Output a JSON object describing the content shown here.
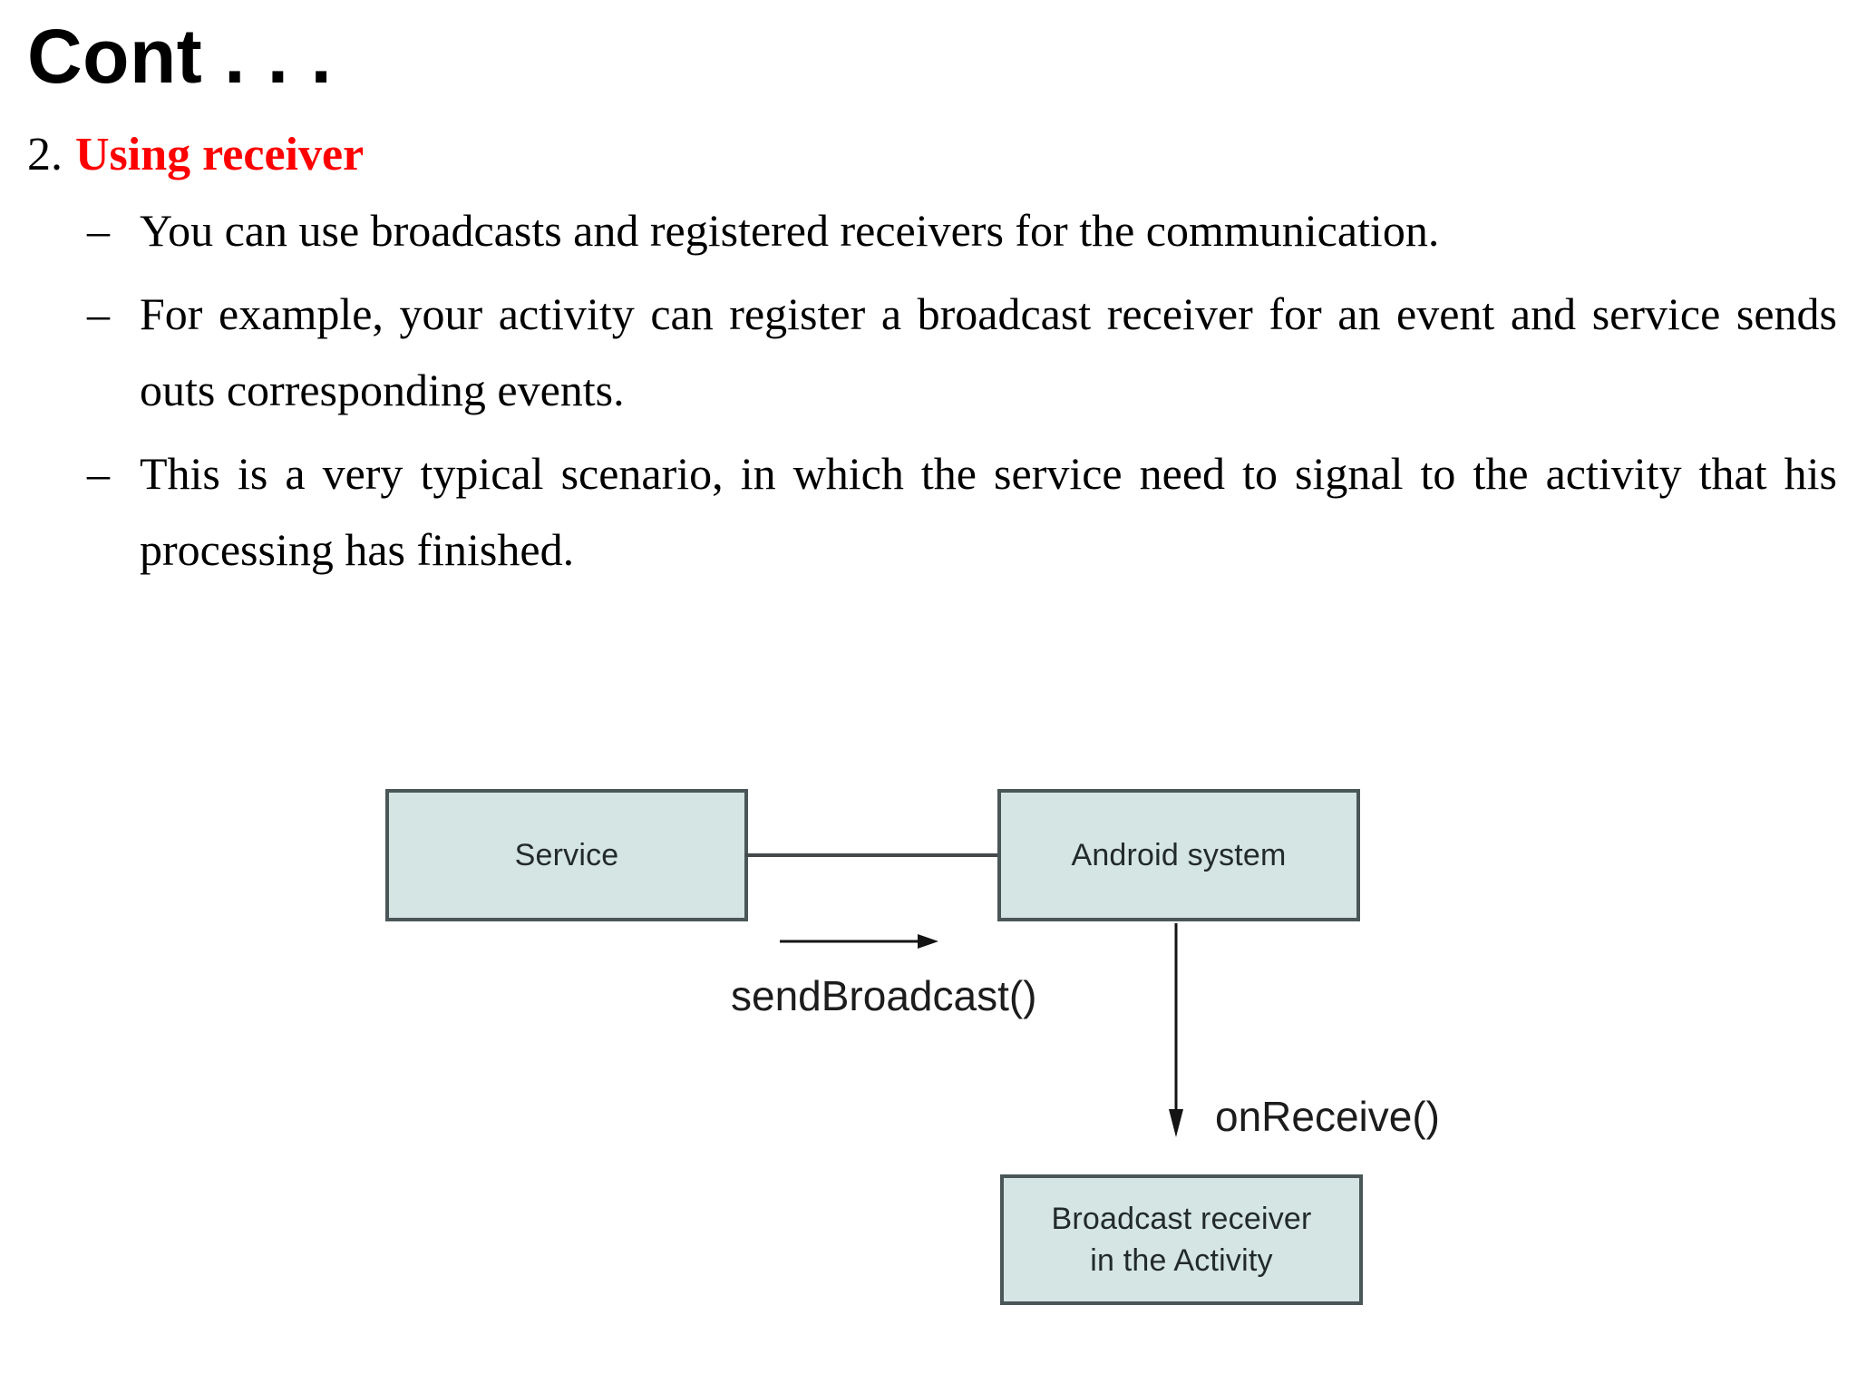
{
  "slide": {
    "title": "Cont . . .",
    "heading": {
      "number": "2.",
      "text": "Using receiver"
    },
    "bullets": [
      {
        "marker": "–",
        "text": "You can use broadcasts and registered receivers for the communication."
      },
      {
        "marker": "–",
        "text": "For example, your activity can register a broadcast receiver for an event and service sends outs corresponding events."
      },
      {
        "marker": "–",
        "text": "This is a very typical scenario, in which the service need to signal to the activity that his processing has finished."
      }
    ]
  },
  "diagram": {
    "boxes": {
      "service": "Service",
      "android_system": "Android system",
      "broadcast_receiver": "Broadcast receiver\nin the Activity"
    },
    "labels": {
      "send_broadcast": "sendBroadcast()",
      "on_receive": "onReceive()"
    },
    "colors": {
      "box_fill": "#d5e5e3",
      "box_border": "#4a5657",
      "line": "#45494c",
      "text": "#222a2b"
    }
  },
  "colors": {
    "background": "#ffffff",
    "title": "#000000",
    "heading_accent": "#ff0000",
    "body_text": "#000000"
  }
}
